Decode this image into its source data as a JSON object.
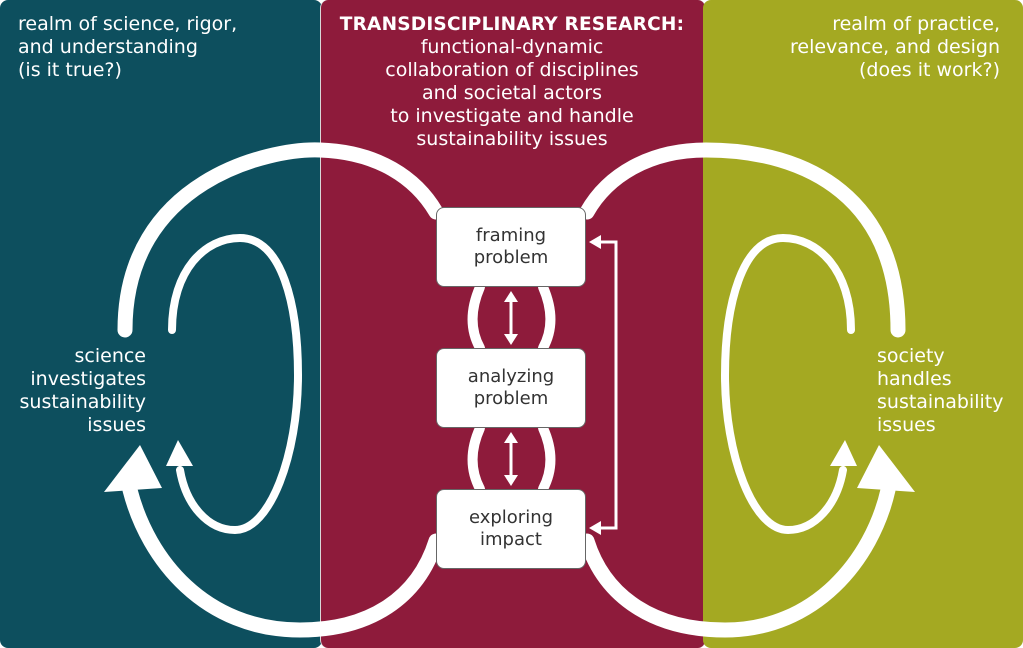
{
  "colors": {
    "science_panel": "#0d4f5e",
    "research_panel": "#8e1b3b",
    "practice_panel": "#a4a922",
    "flow": "#ffffff"
  },
  "left_header": {
    "lines": [
      "realm of science, rigor,",
      "and understanding",
      "(is it true?)"
    ]
  },
  "right_header": {
    "lines": [
      "realm of practice,",
      "relevance, and design",
      "(does it work?)"
    ]
  },
  "center_title": {
    "heading": "TRANSDISCIPLINARY RESEARCH:",
    "lines": [
      "functional-dynamic",
      "collaboration of disciplines",
      "and societal actors",
      "to investigate and handle",
      "sustainability issues"
    ]
  },
  "left_label": {
    "lines": [
      "science",
      "investigates",
      "sustainability",
      "issues"
    ]
  },
  "right_label": {
    "lines": [
      "society",
      "handles",
      "sustainability",
      "issues"
    ]
  },
  "boxes": [
    {
      "lines": [
        "framing",
        "problem"
      ]
    },
    {
      "lines": [
        "analyzing",
        "problem"
      ]
    },
    {
      "lines": [
        "exploring",
        "impact"
      ]
    }
  ]
}
